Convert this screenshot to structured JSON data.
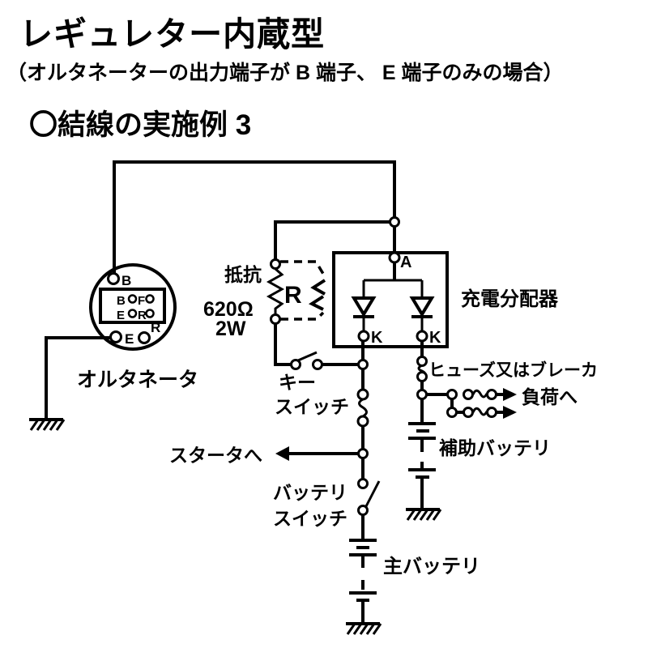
{
  "header": {
    "title": "レギュレター内蔵型",
    "subtitle": "（オルタネーターの出力端子が B 端子、 E 端子のみの場合）",
    "example": "〇結線の実施例 3"
  },
  "colors": {
    "ink": "#000000",
    "background": "#ffffff"
  },
  "diagram": {
    "alternator": {
      "label": "オルタネータ",
      "term_b": "B",
      "term_e": "E",
      "term_r": "R",
      "inner_b": "B",
      "inner_f": "F",
      "inner_e": "E",
      "inner_r": "R"
    },
    "resistor": {
      "label": "抵抗",
      "symbol": "R",
      "value": "620Ω",
      "power": "2W"
    },
    "distributor": {
      "label": "充電分配器",
      "term_a": "A",
      "term_k1": "K",
      "term_k2": "K"
    },
    "key_switch": {
      "line1": "キー",
      "line2": "スイッチ"
    },
    "fuse": {
      "label": "ヒューズ又はブレーカ"
    },
    "load": {
      "label": "負荷へ"
    },
    "aux_battery": {
      "label": "補助バッテリ"
    },
    "starter": {
      "label": "スタータへ"
    },
    "battery_switch": {
      "line1": "バッテリ",
      "line2": "スイッチ"
    },
    "main_battery": {
      "label": "主バッテリ"
    }
  }
}
